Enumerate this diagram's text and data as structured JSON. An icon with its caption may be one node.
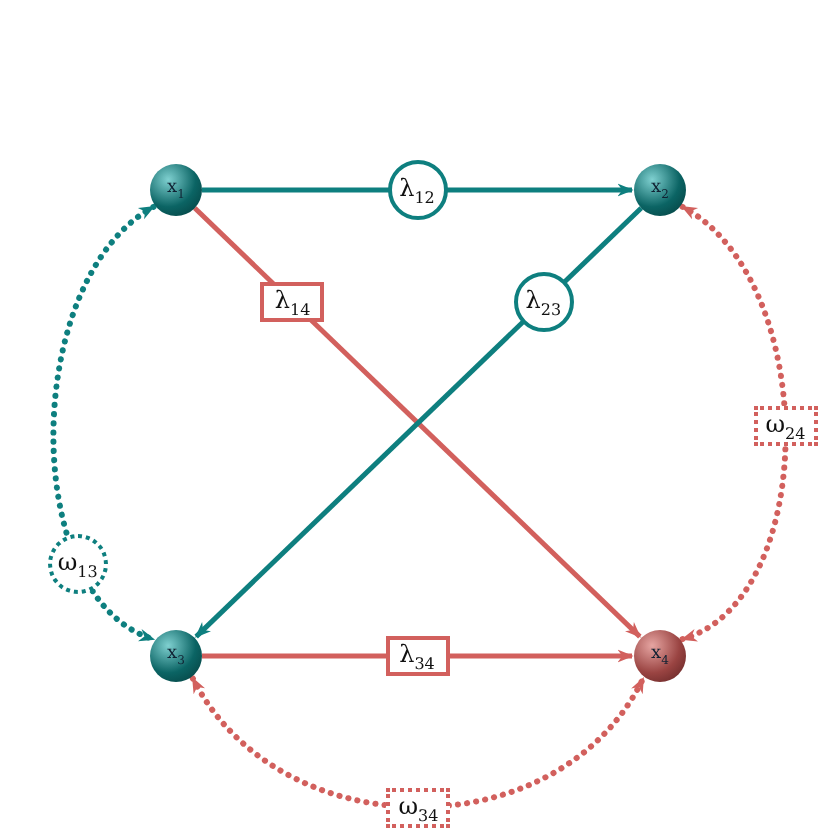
{
  "diagram": {
    "nodes": [
      {
        "text": [
          "x$_{1}$"
        ]
      },
      {
        "text": [
          "x$_{2}$"
        ]
      },
      {
        "text": [
          "x$_{3}$"
        ]
      },
      {
        "text": [
          "x$_{4}$"
        ]
      }
    ],
    "edges": [
      {
        "from": 0,
        "to": 1,
        "arrow": "to",
        "label": "λ$_{12}$",
        "color": "#0e7f7f"
      },
      {
        "from": 0,
        "to": 3,
        "arrow": "to",
        "label": "λ$_{14}$",
        "color": "#d2605d"
      },
      {
        "from": 1,
        "to": 2,
        "arrow": "to",
        "label": "λ$_{23}$",
        "color": "#0e7f7f"
      },
      {
        "from": 2,
        "to": 3,
        "arrow": "to",
        "label": "λ$_{34}$",
        "color": "#d2605d"
      },
      {
        "from": 0,
        "to": 2,
        "arrow": "both",
        "label": "ω$_{13}$",
        "style": "dashed",
        "color": "#0e7f7f"
      },
      {
        "from": 1,
        "to": 3,
        "arrow": "both",
        "label": "ω$_{24}$",
        "style": "dashed",
        "color": "#d2605d"
      },
      {
        "from": 2,
        "to": 3,
        "arrow": "both",
        "label": "ω$_{34}$",
        "style": "dashed",
        "color": "#d2605d"
      }
    ]
  }
}
